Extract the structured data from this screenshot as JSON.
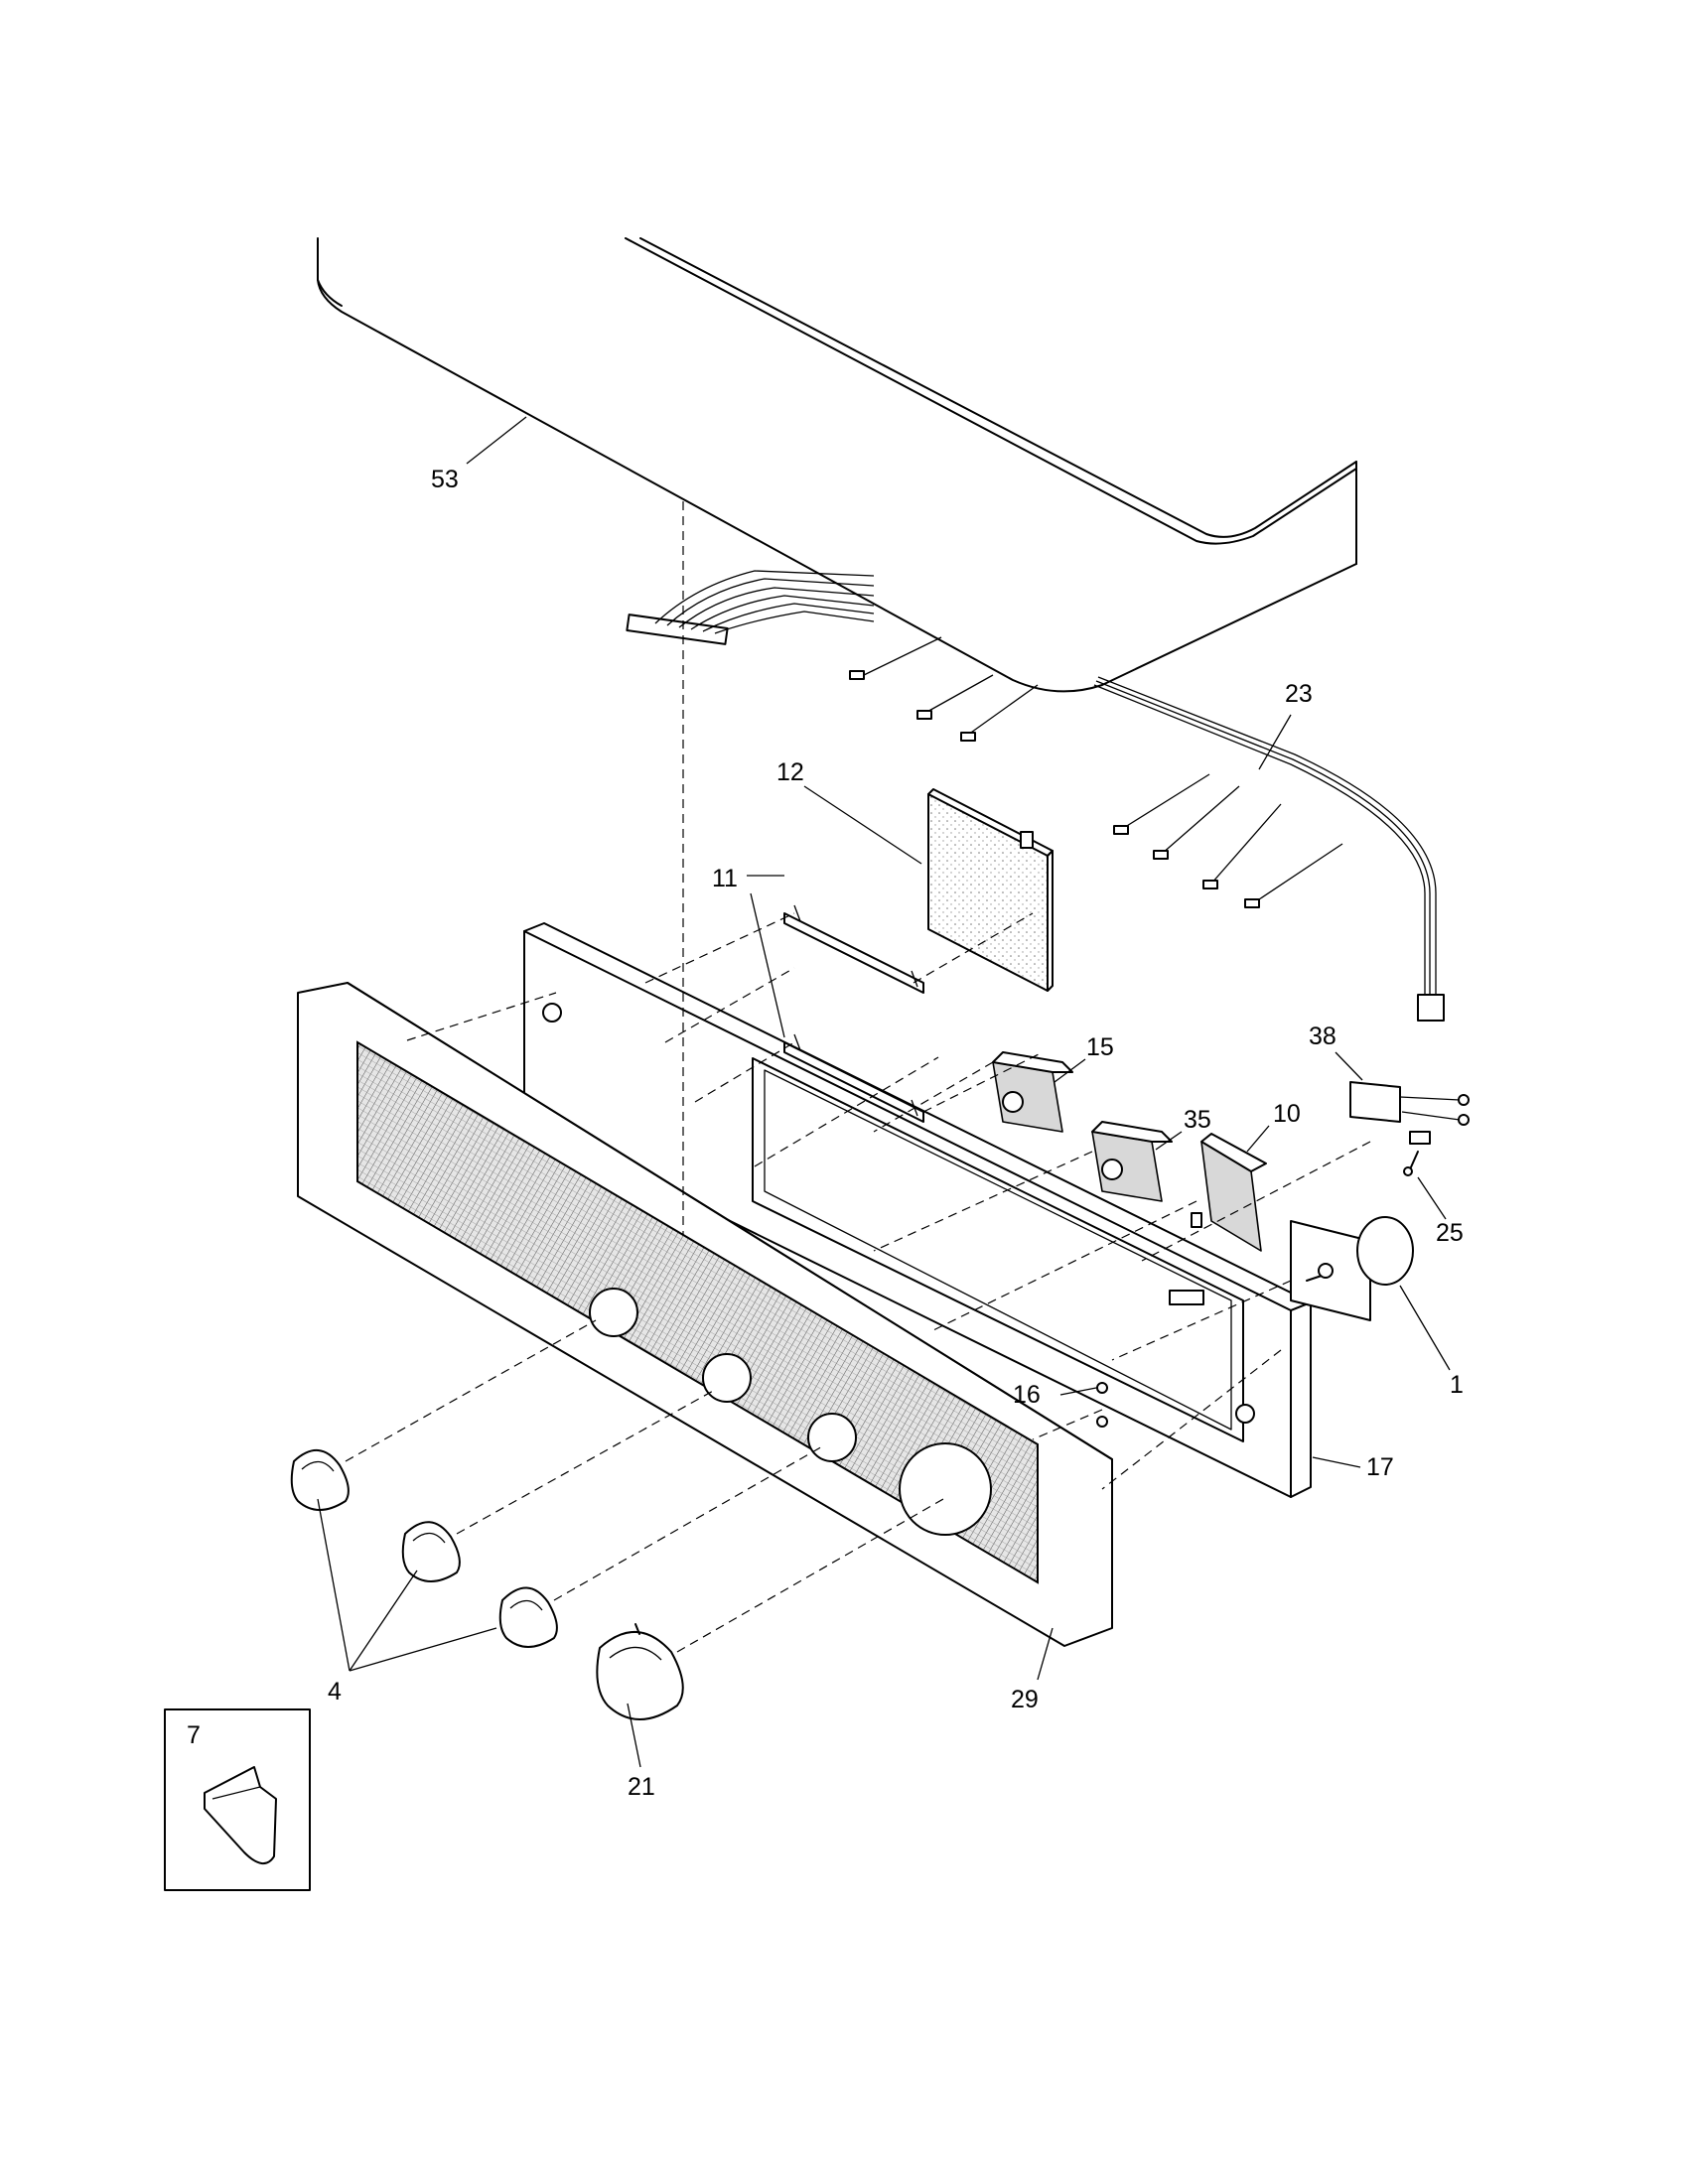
{
  "parts": [
    {
      "id": "p53",
      "number": "53"
    },
    {
      "id": "p23",
      "number": "23"
    },
    {
      "id": "p12",
      "number": "12"
    },
    {
      "id": "p11",
      "number": "11"
    },
    {
      "id": "p15",
      "number": "15"
    },
    {
      "id": "p35",
      "number": "35"
    },
    {
      "id": "p10",
      "number": "10"
    },
    {
      "id": "p38",
      "number": "38"
    },
    {
      "id": "p25",
      "number": "25"
    },
    {
      "id": "p1",
      "number": "1"
    },
    {
      "id": "p16",
      "number": "16"
    },
    {
      "id": "p17",
      "number": "17"
    },
    {
      "id": "p4",
      "number": "4"
    },
    {
      "id": "p29",
      "number": "29"
    },
    {
      "id": "p21",
      "number": "21"
    },
    {
      "id": "p7",
      "number": "7"
    }
  ]
}
